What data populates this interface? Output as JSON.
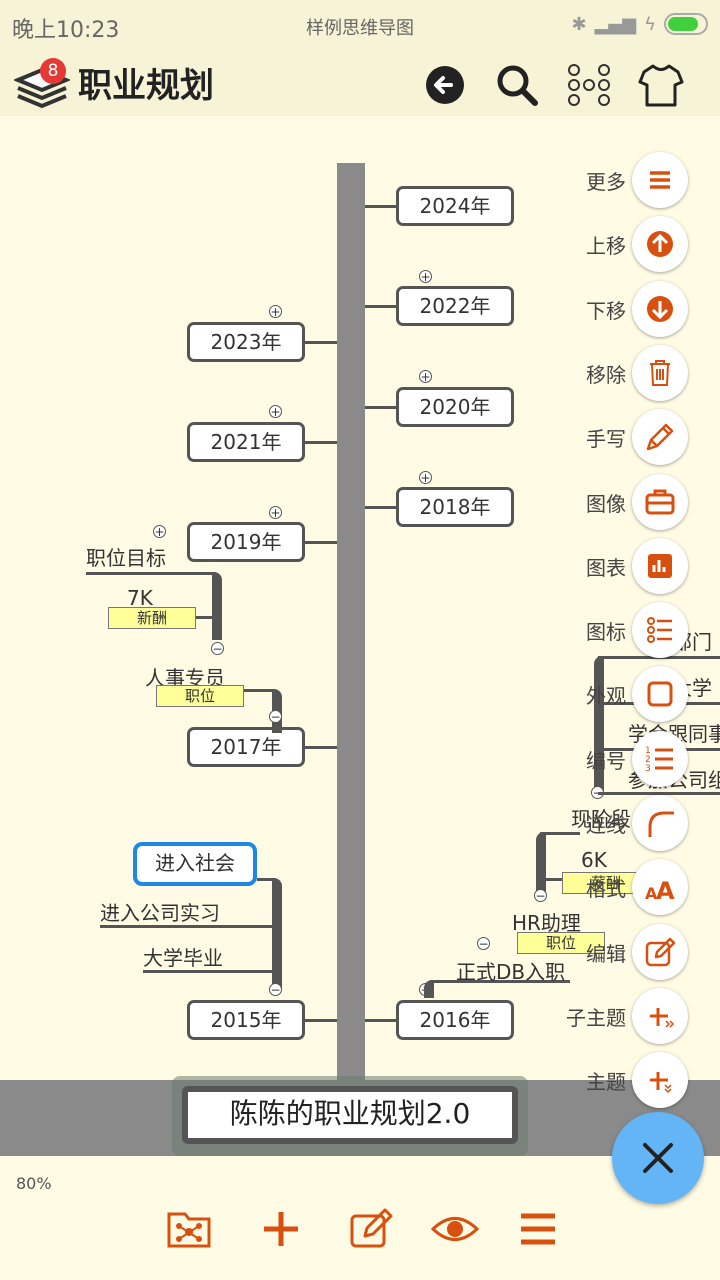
{
  "status_bar": {
    "time": "晚上10:23",
    "title": "样例思维导图"
  },
  "app_bar": {
    "title": "职业规划",
    "badge": "8"
  },
  "map": {
    "root": "陈陈的职业规划2.0",
    "years_right": [
      "2024年",
      "2022年",
      "2020年",
      "2018年",
      "2016年"
    ],
    "years_left": [
      "2023年",
      "2021年",
      "2019年",
      "2017年",
      "2015年"
    ],
    "branch_2019": {
      "goal": "职位目标",
      "salary": "7K",
      "salary_tag": "新酬",
      "role": "人事专员",
      "role_tag": "职位"
    },
    "branch_2015": [
      "进入社会",
      "进入公司实习",
      "大学毕业"
    ],
    "branch_2016": {
      "entry": "正式DB入职",
      "role": "HR助理",
      "role_tag": "职位",
      "salary": "6K",
      "salary_tag": "薪酬",
      "stage": "现阶段"
    },
    "right_edge_fragments": [
      "部门",
      "大学",
      "学会跟同事",
      "参加公司组"
    ]
  },
  "side_menu": [
    {
      "label": "更多",
      "icon": "menu-icon"
    },
    {
      "label": "上移",
      "icon": "arrow-up-icon"
    },
    {
      "label": "下移",
      "icon": "arrow-down-icon"
    },
    {
      "label": "移除",
      "icon": "trash-icon"
    },
    {
      "label": "手写",
      "icon": "pencil-icon"
    },
    {
      "label": "图像",
      "icon": "briefcase-icon"
    },
    {
      "label": "图表",
      "icon": "chart-icon"
    },
    {
      "label": "图标",
      "icon": "list-icon"
    },
    {
      "label": "外观",
      "icon": "square-icon"
    },
    {
      "label": "编号",
      "icon": "numbered-list-icon"
    },
    {
      "label": "连线",
      "icon": "curve-icon"
    },
    {
      "label": "格式",
      "icon": "font-size-icon"
    },
    {
      "label": "编辑",
      "icon": "edit-icon"
    },
    {
      "label": "子主题",
      "icon": "add-subtopic-icon"
    },
    {
      "label": "主题",
      "icon": "add-topic-icon"
    }
  ],
  "zoom": "80%",
  "colors": {
    "accent": "#d8500f",
    "fab_close": "#64b5f6",
    "node_border": "#555555",
    "canvas_bg": "#fffbe4",
    "bar_bg": "#f7f3d6"
  }
}
